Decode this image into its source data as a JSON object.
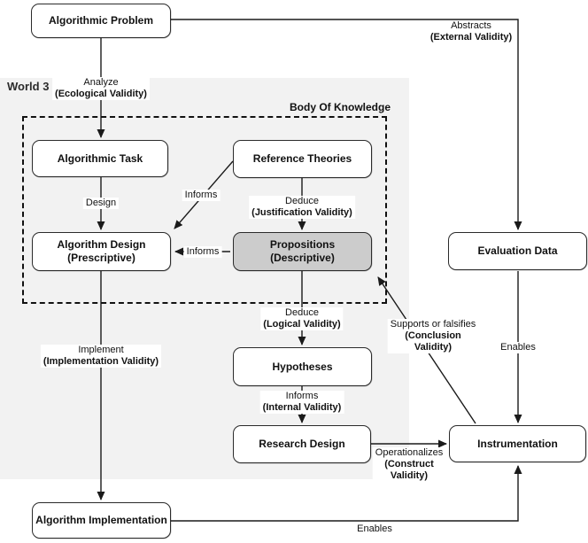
{
  "diagram": {
    "title_hint": "Algorithm engineering validity flow diagram",
    "regions": {
      "world3": {
        "label": "World 3"
      },
      "body_of_knowledge": {
        "label": "Body Of Knowledge"
      }
    },
    "nodes": {
      "algorithmic_problem": {
        "line1": "Algorithmic Problem"
      },
      "algorithmic_task": {
        "line1": "Algorithmic Task"
      },
      "reference_theories": {
        "line1": "Reference Theories"
      },
      "algorithm_design": {
        "line1": "Algorithm Design",
        "line2": "(Prescriptive)"
      },
      "propositions": {
        "line1": "Propositions",
        "line2": "(Descriptive)"
      },
      "evaluation_data": {
        "line1": "Evaluation Data"
      },
      "hypotheses": {
        "line1": "Hypotheses"
      },
      "research_design": {
        "line1": "Research Design"
      },
      "instrumentation": {
        "line1": "Instrumentation"
      },
      "algorithm_implementation": {
        "line1": "Algorithm Implementation"
      }
    },
    "edge_labels": {
      "analyze": {
        "line1": "Analyze",
        "line2": "(Ecological Validity)"
      },
      "abstracts": {
        "line1": "Abstracts",
        "line2": "(External Validity)"
      },
      "design": {
        "line1": "Design"
      },
      "informs_theories_to_design": {
        "line1": "Informs"
      },
      "informs_propositions_to_design": {
        "line1": "Informs"
      },
      "deduce_justification": {
        "line1": "Deduce",
        "line2": "(Justification Validity)"
      },
      "deduce_logical": {
        "line1": "Deduce",
        "line2": "(Logical Validity)"
      },
      "supports_or_falsifies": {
        "line1": "Supports or falsifies",
        "line2": "(Conclusion",
        "line3": "Validity)"
      },
      "enables_evaluation_data": {
        "line1": "Enables"
      },
      "implement": {
        "line1": "Implement",
        "line2": "(Implementation Validity)"
      },
      "informs_internal": {
        "line1": "Informs",
        "line2": "(Internal Validity)"
      },
      "operationalizes": {
        "line1": "Operationalizes",
        "line2": "(Construct",
        "line3": "Validity)"
      },
      "enables_implementation": {
        "line1": "Enables"
      }
    },
    "colors": {
      "background": "#ffffff",
      "world3_region_bg": "#f2f2f2",
      "node_bg": "#ffffff",
      "propositions_node_bg": "#cccccc",
      "node_border": "#2b2b2b",
      "edge_line": "#1a1a1a",
      "dashed_border": "#111111",
      "text": "#111111"
    }
  }
}
